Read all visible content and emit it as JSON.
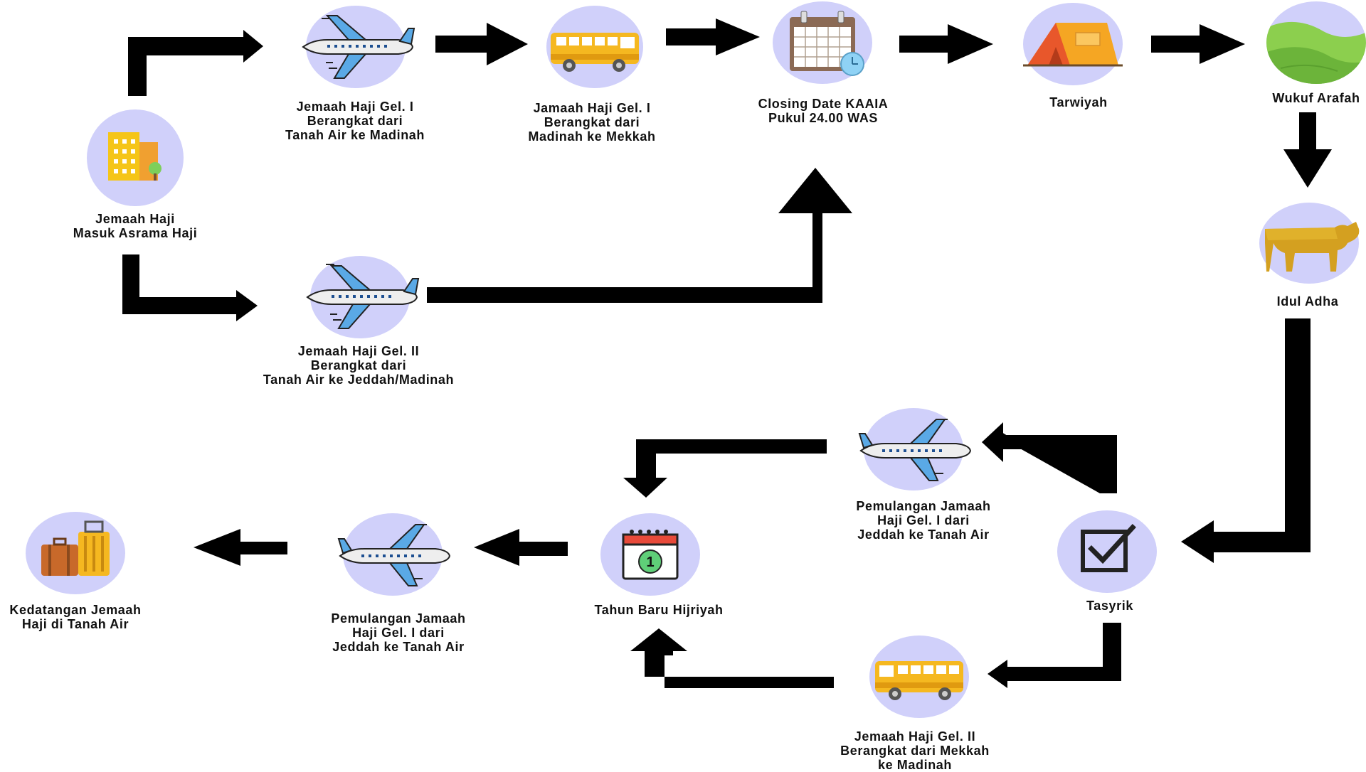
{
  "diagram": {
    "colors": {
      "circle": "#d0d0fa",
      "arrow": "#000000"
    },
    "nodes": [
      {
        "id": "asrama",
        "icon": "building-icon",
        "lines": [
          "Jemaah Haji",
          "Masuk Asrama Haji"
        ]
      },
      {
        "id": "gel1-depart",
        "icon": "airplane-icon",
        "lines": [
          "Jemaah Haji Gel. I",
          "Berangkat dari",
          "Tanah Air ke Madinah"
        ]
      },
      {
        "id": "gel1-bus",
        "icon": "bus-icon",
        "lines": [
          "Jamaah Haji Gel. I",
          "Berangkat dari",
          "Madinah ke Mekkah"
        ]
      },
      {
        "id": "closing",
        "icon": "calendar-icon",
        "lines": [
          "Closing Date KAAIA",
          "Pukul 24.00 WAS"
        ]
      },
      {
        "id": "tarwiyah",
        "icon": "tent-icon",
        "lines": [
          "Tarwiyah"
        ]
      },
      {
        "id": "arafah",
        "icon": "landscape-icon",
        "lines": [
          "Wukuf Arafah"
        ]
      },
      {
        "id": "idul-adha",
        "icon": "cow-icon",
        "lines": [
          "Idul Adha"
        ]
      },
      {
        "id": "gel2-depart",
        "icon": "airplane-icon",
        "lines": [
          "Jemaah Haji Gel. II",
          "Berangkat dari",
          "Tanah Air ke Jeddah/Madinah"
        ]
      },
      {
        "id": "tasyrik",
        "icon": "checkbox-icon",
        "lines": [
          "Tasyrik"
        ]
      },
      {
        "id": "return-gel1-a",
        "icon": "airplane-icon",
        "lines": [
          "Pemulangan Jamaah",
          "Haji Gel. I dari",
          "Jeddah ke Tanah Air"
        ]
      },
      {
        "id": "gel2-bus",
        "icon": "bus-icon",
        "lines": [
          "Jemaah Haji Gel. II",
          "Berangkat dari Mekkah",
          "ke Madinah"
        ]
      },
      {
        "id": "new-year",
        "icon": "calendar-one-icon",
        "lines": [
          "Tahun Baru Hijriyah"
        ]
      },
      {
        "id": "return-gel1-b",
        "icon": "airplane-icon",
        "lines": [
          "Pemulangan Jamaah",
          "Haji Gel. I dari",
          "Jeddah ke Tanah Air"
        ]
      },
      {
        "id": "arrival",
        "icon": "luggage-icon",
        "lines": [
          "Kedatangan Jemaah",
          "Haji di Tanah Air"
        ]
      }
    ]
  }
}
